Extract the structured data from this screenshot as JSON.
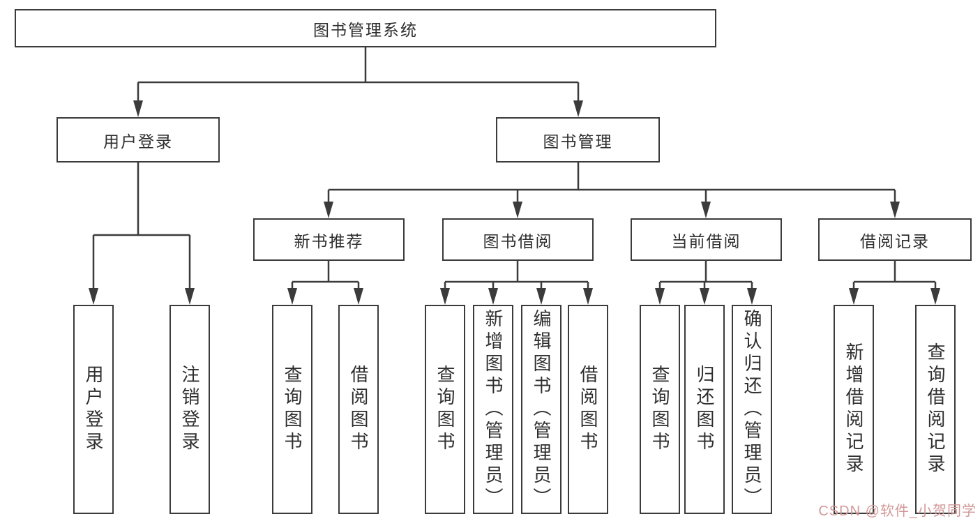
{
  "diagram": {
    "type": "hierarchy-tree",
    "background": "#ffffff",
    "line_color": "#3b3b3b",
    "text_color": "#2e2e2e",
    "box_fill": "#ffffff"
  },
  "tree": {
    "label": "图书管理系统",
    "children": [
      {
        "label": "用户登录",
        "children": [
          {
            "label": "用户登录"
          },
          {
            "label": "注销登录"
          }
        ]
      },
      {
        "label": "图书管理",
        "children": [
          {
            "label": "新书推荐",
            "children": [
              {
                "label": "查询图书"
              },
              {
                "label": "借阅图书"
              }
            ]
          },
          {
            "label": "图书借阅",
            "children": [
              {
                "label": "查询图书"
              },
              {
                "label": "新增图书（管理员）"
              },
              {
                "label": "编辑图书（管理员）"
              },
              {
                "label": "借阅图书"
              }
            ]
          },
          {
            "label": "当前借阅",
            "children": [
              {
                "label": "查询图书"
              },
              {
                "label": "归还图书"
              },
              {
                "label": "确认归还（管理员）"
              }
            ]
          },
          {
            "label": "借阅记录",
            "children": [
              {
                "label": "新增借阅记录"
              },
              {
                "label": "查询借阅记录"
              }
            ]
          }
        ]
      }
    ]
  },
  "watermark": {
    "text": "CSDN @软件_小贺同学",
    "color": "#d29898"
  }
}
